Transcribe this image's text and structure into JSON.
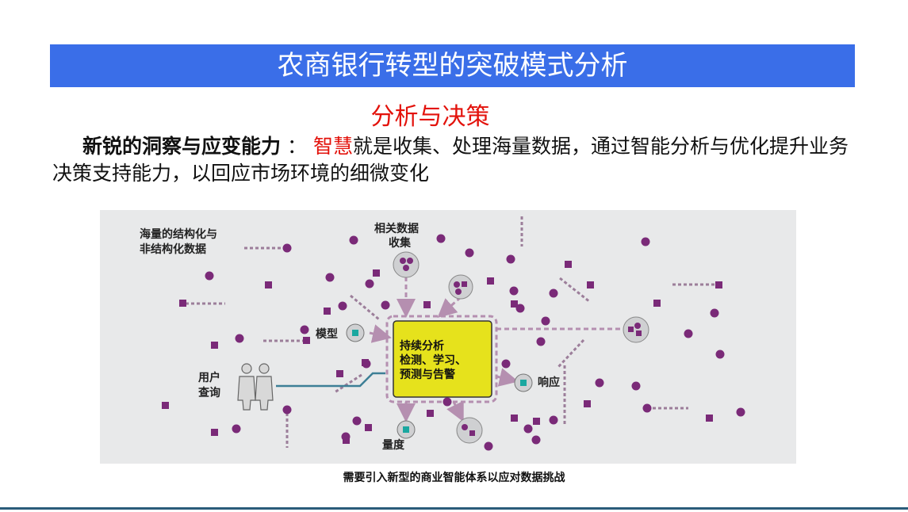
{
  "slide": {
    "title": "农商银行转型的突破模式分析",
    "subtitle": "分析与决策",
    "paragraph": {
      "lead": "新锐的洞察与应变能力",
      "sep": "：",
      "highlight": "智慧",
      "body": "就是收集、处理海量数据，通过智能分析与优化提升业务决策支持能力，以回应市场环境的细微变化"
    },
    "caption": "需要引入新型的商业智能体系以应对数据挑战"
  },
  "diagram": {
    "center_box": {
      "line1": "持续分析",
      "line2": "检测、学习、",
      "line3": "预测与告警"
    },
    "labels": {
      "data_source_line1": "海量的结构化与",
      "data_source_line2": "非结构化数据",
      "collection_line1": "相关数据",
      "collection_line2": "收集",
      "model": "模型",
      "user_line1": "用户",
      "user_line2": "查询",
      "response": "响应",
      "measure": "量度"
    },
    "colors": {
      "dot": "#7a2a78",
      "center_fill": "#e6e21c",
      "node_fill": "#cfd0d2",
      "teal": "#1aa7a0",
      "dashed_line": "#b79ab3",
      "user_line": "#3d7f96"
    }
  }
}
